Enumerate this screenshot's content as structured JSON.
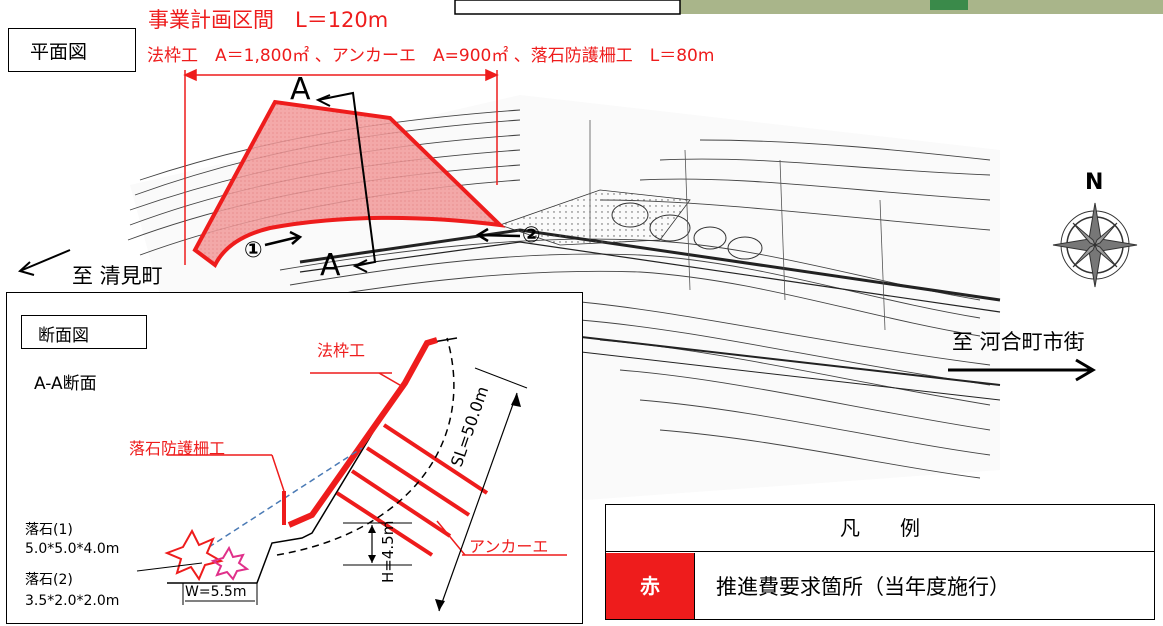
{
  "plan": {
    "label": "平面図",
    "project_section": "事業計画区間　L＝120m",
    "works_summary": "法枠工　A＝1,800㎡ 、アンカーエ　A=900㎡ 、落石防護柵工　L＝80m",
    "section_marker": "A",
    "point_1": "①",
    "point_2": "②",
    "to_west": "至 清見町",
    "to_east": "至 河合町市街",
    "north": "N"
  },
  "section": {
    "label": "断面図",
    "subtitle": "A-A断面",
    "slope_frame": "法枠工",
    "rockfall_fence": "落石防護柵工",
    "anchor_work": "アンカーエ",
    "slope_length": "SL=50.0m",
    "height": "H=4.5m",
    "width": "W=5.5m",
    "rock1_name": "落石(1)",
    "rock1_size": "5.0*5.0*4.0m",
    "rock2_name": "落石(2)",
    "rock2_size": "3.5*2.0*2.0m"
  },
  "legend": {
    "title": "凡　　例",
    "swatch_label": "赤",
    "description": "推進費要求箇所（当年度施行）",
    "red_color": "#ee1c1c"
  }
}
